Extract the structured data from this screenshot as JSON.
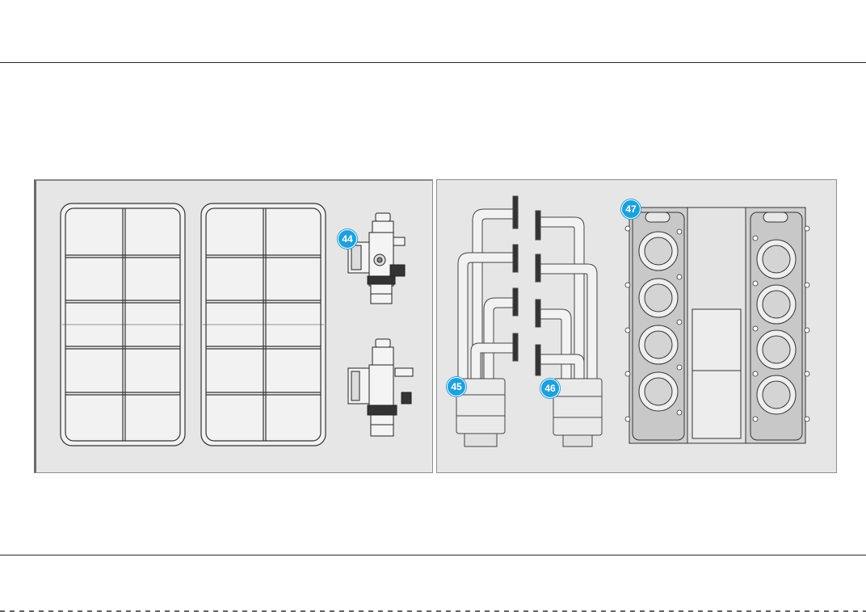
{
  "callouts": {
    "c44": "44",
    "c45": "45",
    "c46": "46",
    "c47": "47"
  },
  "colors": {
    "callout": "#1ea0dc",
    "panel_background": "#e6e6e6",
    "line": "#333333"
  },
  "icons": {
    "frames": "grid-frame-icon",
    "valve": "valve-icon",
    "pipe": "pipe-assembly-icon",
    "engine_block": "engine-block-icon"
  }
}
